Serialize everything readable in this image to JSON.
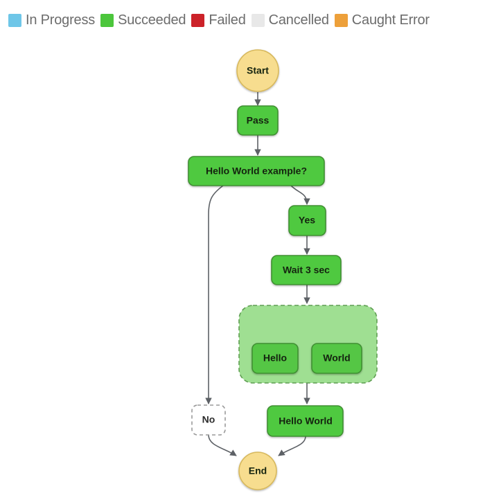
{
  "legend": {
    "items": [
      {
        "label": "In Progress",
        "color": "#6ec6e8"
      },
      {
        "label": "Succeeded",
        "color": "#4cc63c"
      },
      {
        "label": "Failed",
        "color": "#cc2229"
      },
      {
        "label": "Cancelled",
        "color": "#e8e8e8"
      },
      {
        "label": "Caught Error",
        "color": "#eda03a"
      }
    ]
  },
  "graph": {
    "type": "state-machine-flow",
    "colors": {
      "succeeded_fill": "#4fc93f",
      "succeeded_stroke": "#3f8f32",
      "terminal_fill": "#f7dd8f",
      "terminal_stroke": "#d7b85c",
      "parallel_fill": "#9fdf92",
      "parallel_stroke": "#5f9e52",
      "parallel_child_fill": "#55c644",
      "cancelled_fill": "#ffffff",
      "cancelled_stroke": "#9a9a9a",
      "edge": "#5d6166"
    },
    "nodes": [
      {
        "id": "start",
        "label": "Start",
        "shape": "circle",
        "status": "terminal"
      },
      {
        "id": "pass",
        "label": "Pass",
        "shape": "rounded-rect",
        "status": "succeeded"
      },
      {
        "id": "choice",
        "label": "Hello World example?",
        "shape": "rounded-rect",
        "status": "succeeded"
      },
      {
        "id": "yes",
        "label": "Yes",
        "shape": "rounded-rect",
        "status": "succeeded"
      },
      {
        "id": "wait",
        "label": "Wait 3 sec",
        "shape": "rounded-rect",
        "status": "succeeded"
      },
      {
        "id": "parallel",
        "label": "",
        "shape": "parallel-container",
        "status": "succeeded"
      },
      {
        "id": "hello",
        "label": "Hello",
        "shape": "rounded-rect",
        "status": "succeeded"
      },
      {
        "id": "world",
        "label": "World",
        "shape": "rounded-rect",
        "status": "succeeded"
      },
      {
        "id": "no",
        "label": "No",
        "shape": "rounded-rect",
        "status": "cancelled"
      },
      {
        "id": "helloworld",
        "label": "Hello World",
        "shape": "rounded-rect",
        "status": "succeeded"
      },
      {
        "id": "end",
        "label": "End",
        "shape": "circle",
        "status": "terminal"
      }
    ],
    "edges": [
      {
        "from": "start",
        "to": "pass"
      },
      {
        "from": "pass",
        "to": "choice"
      },
      {
        "from": "choice",
        "to": "yes"
      },
      {
        "from": "choice",
        "to": "no"
      },
      {
        "from": "yes",
        "to": "wait"
      },
      {
        "from": "wait",
        "to": "parallel"
      },
      {
        "from": "parallel",
        "to": "hello"
      },
      {
        "from": "parallel",
        "to": "world"
      },
      {
        "from": "parallel",
        "to": "helloworld"
      },
      {
        "from": "helloworld",
        "to": "end"
      },
      {
        "from": "no",
        "to": "end"
      }
    ]
  }
}
